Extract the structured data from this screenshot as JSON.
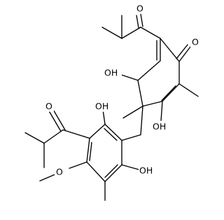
{
  "molecule": {
    "atoms": [
      {
        "id": "o_ketone_top",
        "symbol": "O"
      },
      {
        "id": "o_ring_ketone",
        "symbol": "O"
      },
      {
        "id": "oh_ring_left",
        "symbol": "OH"
      },
      {
        "id": "oh_ring_lower",
        "symbol": "OH"
      },
      {
        "id": "o_ketone_left",
        "symbol": "O"
      },
      {
        "id": "oh_benz_top",
        "symbol": "OH"
      },
      {
        "id": "oh_benz_bottom",
        "symbol": "OH"
      },
      {
        "id": "o_methoxy",
        "symbol": "O"
      }
    ]
  },
  "colors": {
    "bond": "#000000",
    "label": "#000000",
    "background": "#ffffff"
  }
}
